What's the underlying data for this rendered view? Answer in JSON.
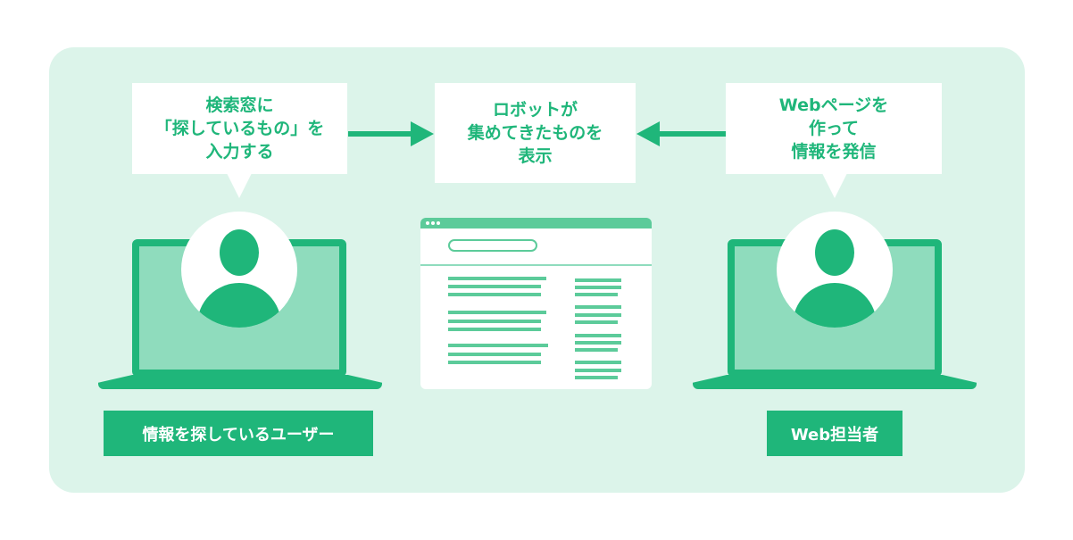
{
  "left_bubble": {
    "lines": [
      "検索窓に",
      "「探しているもの」を",
      "入力する"
    ]
  },
  "center_box": {
    "lines": [
      "ロボットが",
      "集めてきたものを",
      "表示"
    ]
  },
  "right_bubble": {
    "lines": [
      "Webページを",
      "作って",
      "情報を発信"
    ]
  },
  "left_label": "情報を探しているユーザー",
  "right_label": "Web担当者",
  "colors": {
    "primary": "#1fb67a",
    "light": "#8fdcbd",
    "panel": "#dcf4ea"
  }
}
